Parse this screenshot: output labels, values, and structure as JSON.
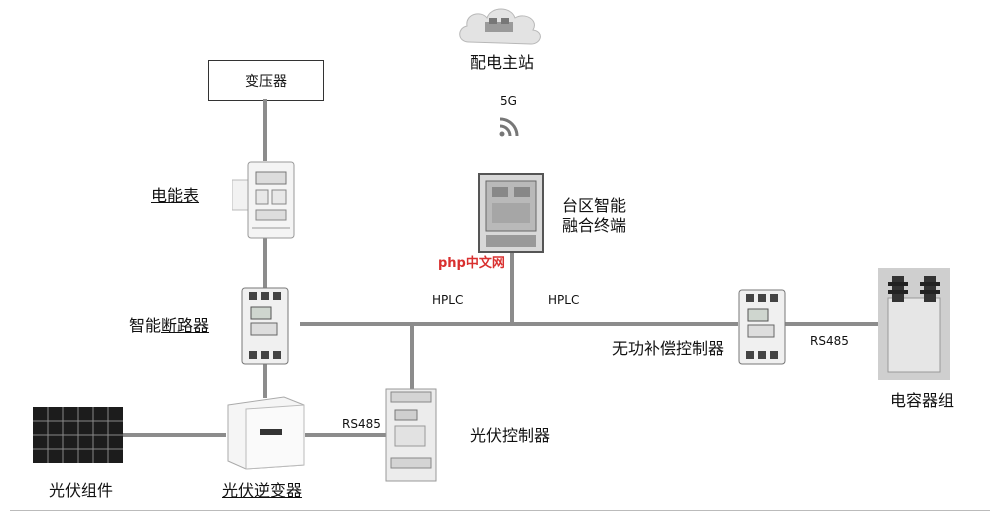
{
  "diagram": {
    "master_station": "配电主站",
    "signal_5g": "5G",
    "transformer": "变压器",
    "energy_meter": "电能表",
    "terminal_line1": "台区智能",
    "terminal_line2": "融合终端",
    "smart_breaker": "智能断路器",
    "smart_breaker_underlined": "断路器",
    "smart_breaker_prefix": "智能",
    "hplc_left": "HPLC",
    "hplc_right": "HPLC",
    "var_controller": "无功补偿控制器",
    "rs485_right": "RS485",
    "capacitor_bank": "电容器组",
    "rs485_left": "RS485",
    "pv_controller": "光伏控制器",
    "pv_module": "光伏组件",
    "pv_inverter": "光伏逆变器",
    "watermark": "php中文网"
  }
}
